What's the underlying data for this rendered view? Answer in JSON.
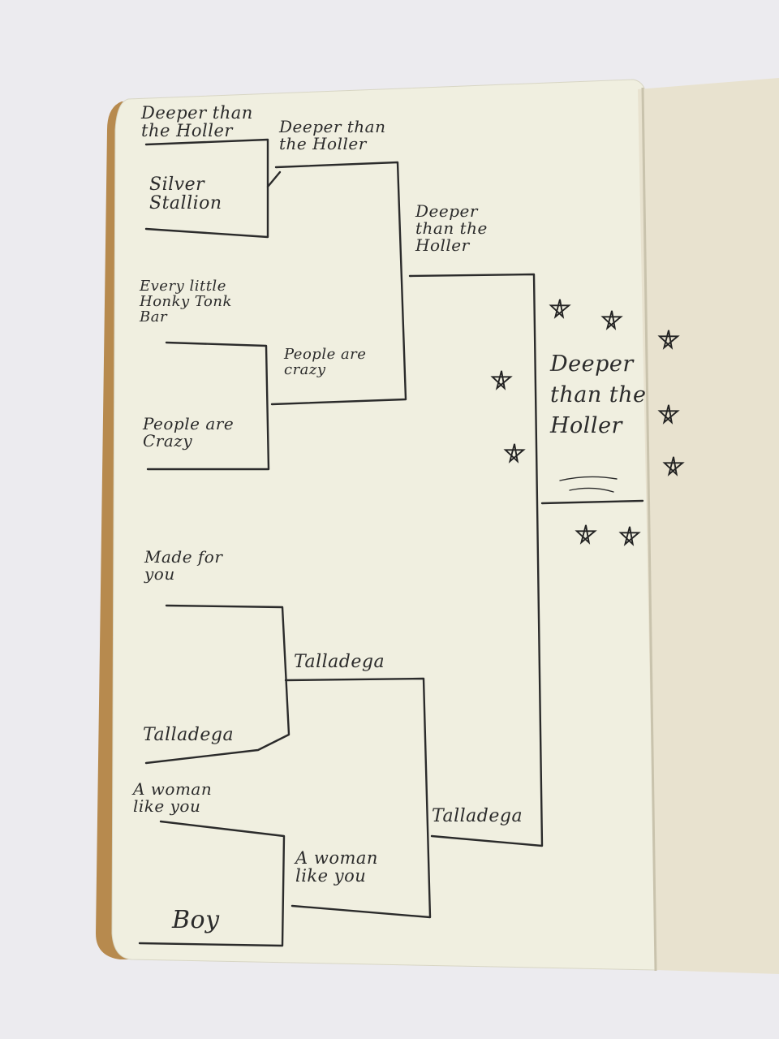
{
  "bracket": {
    "round1": [
      {
        "top": "Deeper than\nthe Holler",
        "bottom": "Silver\nStallion"
      },
      {
        "top": "Every little\nHonky Tonk\nBar",
        "bottom": "People are\nCrazy"
      },
      {
        "top": "Made for\nyou",
        "bottom": "Talladega"
      },
      {
        "top": "A woman\nlike you",
        "bottom": "Boy"
      }
    ],
    "round2": [
      {
        "top": "Deeper than\nthe Holler",
        "bottom": "People are\ncrazy"
      },
      {
        "top": "Talladega",
        "bottom": "A woman\nlike you"
      }
    ],
    "round3": {
      "top": "Deeper\nthan the\nHoller",
      "bottom": "Talladega"
    },
    "champion": "Deeper\nthan the\nHoller"
  },
  "colors": {
    "background": "#ecebef",
    "page": "#f0efe0",
    "ink": "#2b2b2b",
    "cover_edge": "#b78a4e"
  },
  "icons": {
    "star": "star-doodle-icon"
  }
}
